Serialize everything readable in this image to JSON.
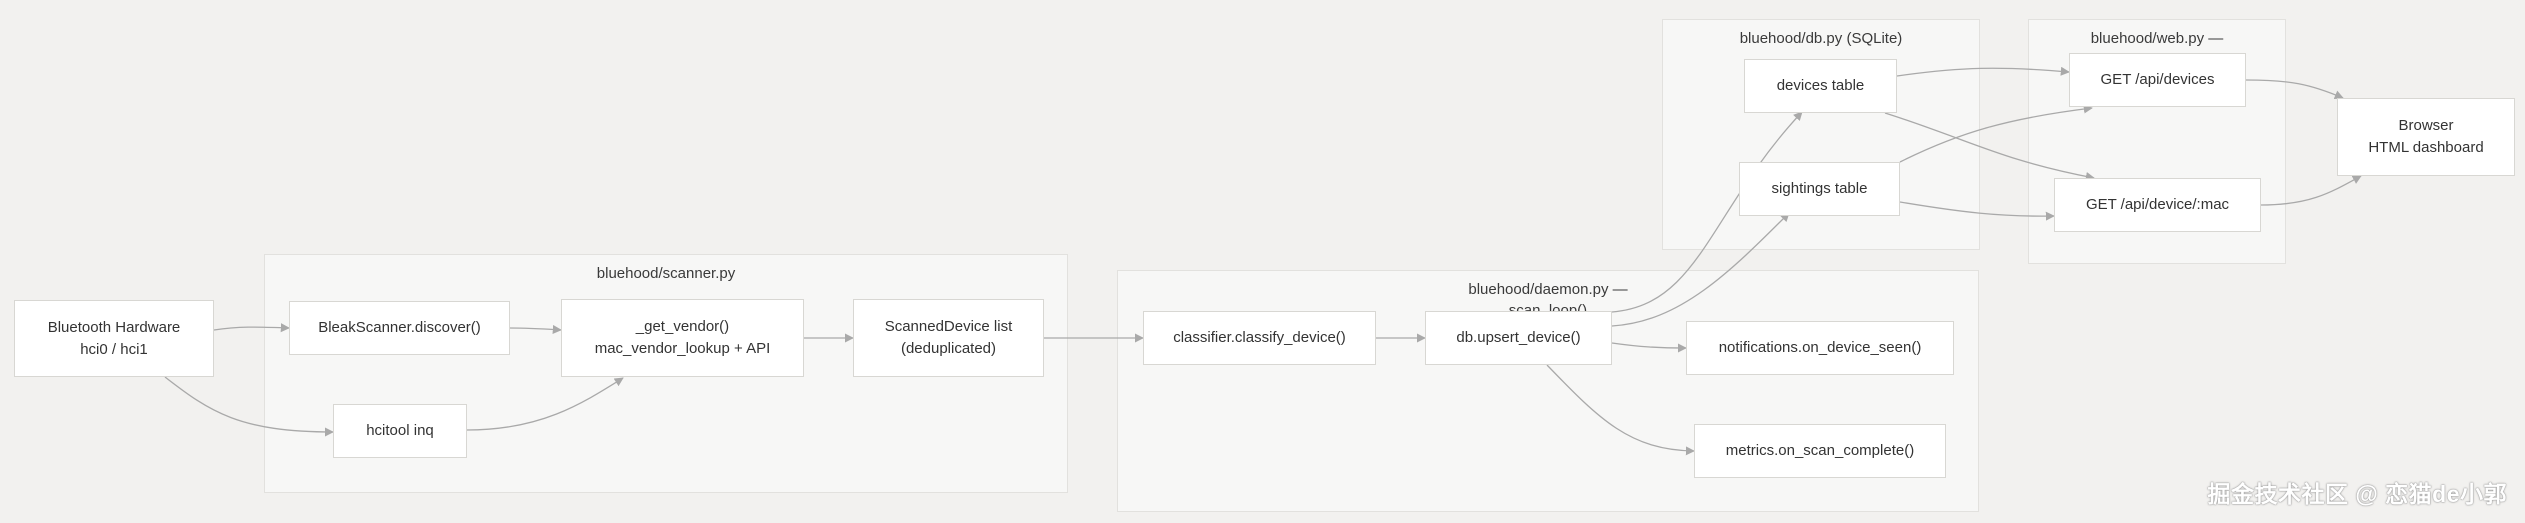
{
  "clusters": {
    "scanner": {
      "title": "bluehood/scanner.py"
    },
    "daemon": {
      "title": "bluehood/daemon.py —\nscan_loop()"
    },
    "db": {
      "title": "bluehood/db.py (SQLite)"
    },
    "web": {
      "title": "bluehood/web.py —\nWeb S..."
    }
  },
  "nodes": {
    "bt_hardware": "Bluetooth Hardware\nhci0 / hci1",
    "bleak_scanner": "BleakScanner.discover()",
    "hcitool": "hcitool inq",
    "get_vendor": "_get_vendor()\nmac_vendor_lookup + API",
    "scanned_list": "ScannedDevice list\n(deduplicated)",
    "classifier": "classifier.classify_device()",
    "upsert": "db.upsert_device()",
    "notifications": "notifications.on_device_seen()",
    "metrics": "metrics.on_scan_complete()",
    "devices_table": "devices table",
    "sightings_table": "sightings table",
    "api_devices": "GET /api/devices",
    "api_device_mac": "GET /api/device/:mac",
    "browser": "Browser\nHTML dashboard"
  },
  "watermark": "掘金技术社区 @ 恋猫de小郭",
  "colors": {
    "background": "#f2f1ef",
    "cluster_fill": "#f7f7f6",
    "node_fill": "#ffffff",
    "edge": "#a9a9a9"
  }
}
